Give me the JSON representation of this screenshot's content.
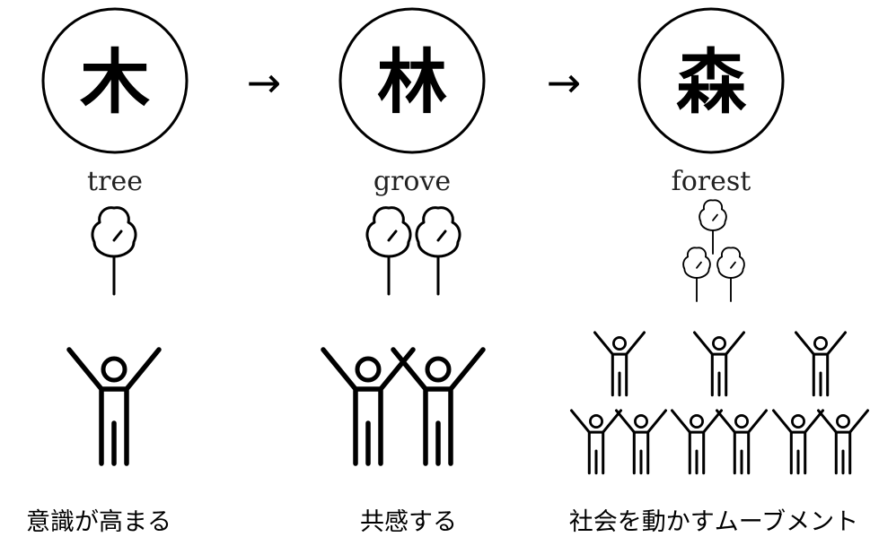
{
  "stages": [
    {
      "kanji": "木",
      "word": "tree",
      "caption": "意識が高まる"
    },
    {
      "kanji": "林",
      "word": "grove",
      "caption": "共感する"
    },
    {
      "kanji": "森",
      "word": "forest",
      "caption": "社会を動かすムーブメント"
    }
  ],
  "arrow_glyph": "→",
  "icons": {
    "tree": "tree-icon",
    "person": "person-arms-raised-icon"
  }
}
